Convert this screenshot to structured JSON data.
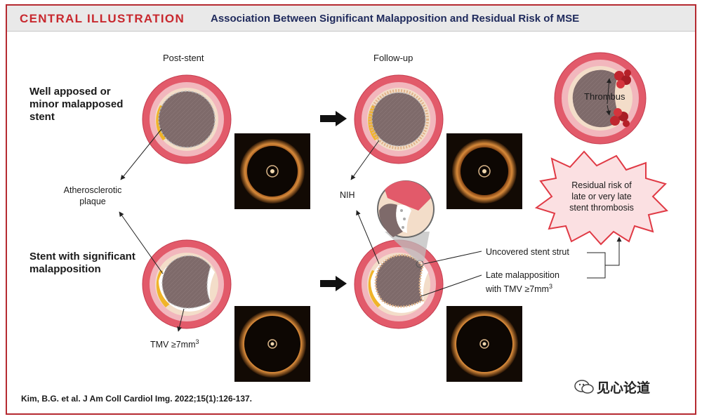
{
  "header": {
    "tag": "CENTRAL ILLUSTRATION",
    "title": "Association Between Significant Malapposition and Residual Risk of MSE"
  },
  "columns": {
    "post_stent": "Post-stent",
    "follow_up": "Follow-up"
  },
  "rows": {
    "well_apposed": [
      "Well apposed or",
      "minor malapposed",
      "stent"
    ],
    "significant": [
      "Stent with significant",
      "malapposition"
    ]
  },
  "labels": {
    "plaque": [
      "Atherosclerotic",
      "plaque"
    ],
    "tmv": "TMV ≥7mm",
    "tmv_sup": "3",
    "nih": "NIH",
    "uncovered": "Uncovered stent strut",
    "late_malapposition": [
      "Late malapposition",
      "with TMV ≥7mm"
    ],
    "late_sup": "3",
    "thrombus": "Thrombus",
    "risk": [
      "Residual risk of",
      "late or very late",
      "stent thrombosis"
    ]
  },
  "citation": "Kim, B.G. et al. J Am Coll Cardiol Img. 2022;15(1):126-137.",
  "watermark": "见心论道",
  "colors": {
    "accent": "#c8282e",
    "title": "#1f2a5c",
    "vessel_outer": "#e25a6a",
    "vessel_inner": "#f2b7bd",
    "intima": "#f3ddc9",
    "plaque": "#f0b429",
    "lumen": "#7e6a6a",
    "oct_bg": "#120a04",
    "oct_ring": "#c9772a"
  }
}
